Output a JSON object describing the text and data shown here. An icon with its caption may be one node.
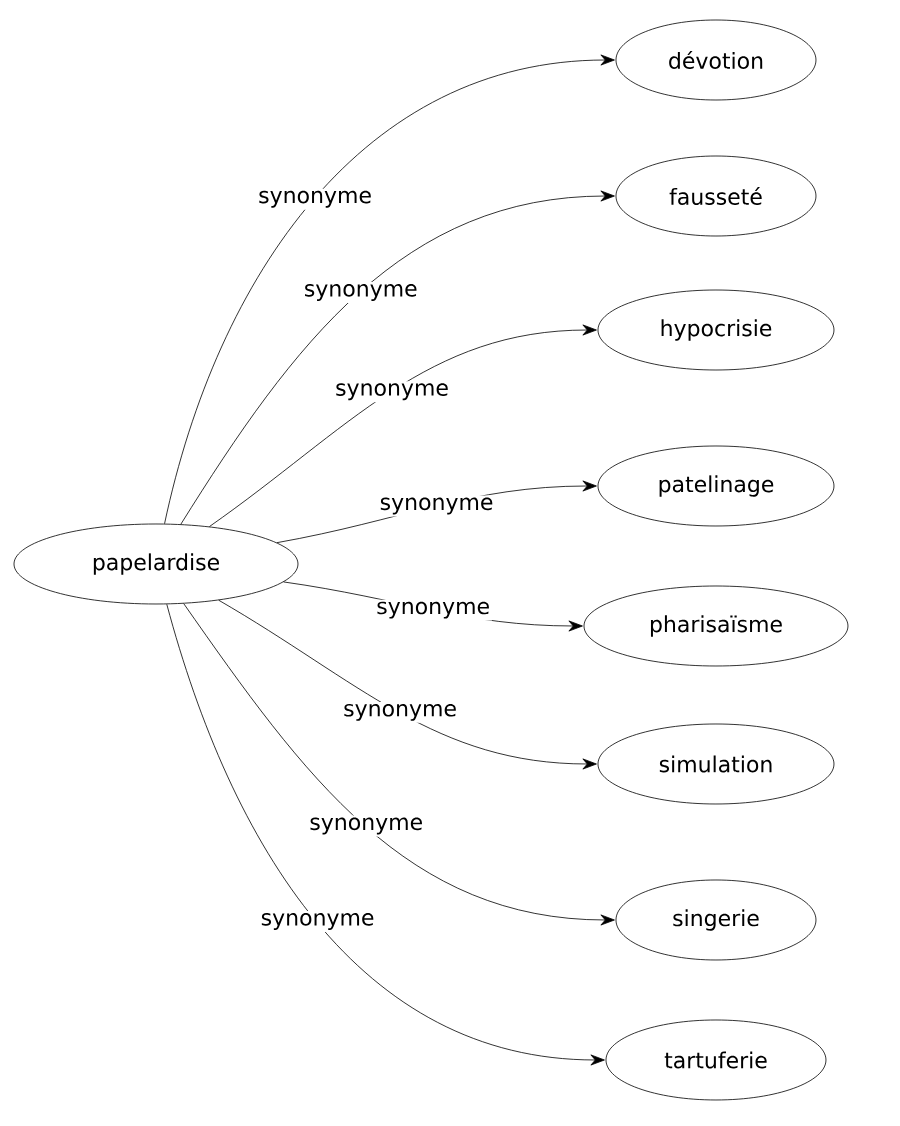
{
  "diagram": {
    "nodes": [
      {
        "text": [
          "papelardise"
        ]
      },
      {
        "text": [
          "dévotion"
        ]
      },
      {
        "text": [
          "fausseté"
        ]
      },
      {
        "text": [
          "hypocrisie"
        ]
      },
      {
        "text": [
          "patelinage"
        ]
      },
      {
        "text": [
          "pharisaïsme"
        ]
      },
      {
        "text": [
          "simulation"
        ]
      },
      {
        "text": [
          "singerie"
        ]
      },
      {
        "text": [
          "tartuferie"
        ]
      }
    ],
    "edges": [
      {
        "from": 0,
        "to": 1,
        "arrow": "to",
        "label": "synonyme"
      },
      {
        "from": 0,
        "to": 2,
        "arrow": "to",
        "label": "synonyme"
      },
      {
        "from": 0,
        "to": 3,
        "arrow": "to",
        "label": "synonyme"
      },
      {
        "from": 0,
        "to": 4,
        "arrow": "to",
        "label": "synonyme"
      },
      {
        "from": 0,
        "to": 5,
        "arrow": "to",
        "label": "synonyme"
      },
      {
        "from": 0,
        "to": 6,
        "arrow": "to",
        "label": "synonyme"
      },
      {
        "from": 0,
        "to": 7,
        "arrow": "to",
        "label": "synonyme"
      },
      {
        "from": 0,
        "to": 8,
        "arrow": "to",
        "label": "synonyme"
      }
    ]
  }
}
